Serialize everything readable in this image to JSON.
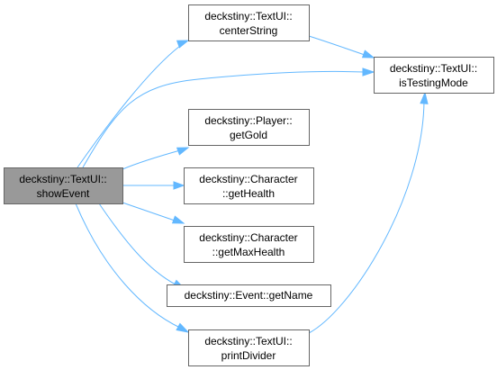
{
  "diagram": {
    "type": "call-graph",
    "colors": {
      "background": "#ffffff",
      "node_fill": "#ffffff",
      "root_fill": "#999999",
      "node_border": "#666666",
      "edge": "#63b8ff"
    },
    "nodes": [
      {
        "id": "showEvent",
        "line1": "deckstiny::TextUI::",
        "line2": "showEvent",
        "root": true
      },
      {
        "id": "centerString",
        "line1": "deckstiny::TextUI::",
        "line2": "centerString"
      },
      {
        "id": "isTestingMode",
        "line1": "deckstiny::TextUI::",
        "line2": "isTestingMode"
      },
      {
        "id": "getGold",
        "line1": "deckstiny::Player::",
        "line2": "getGold"
      },
      {
        "id": "getHealth",
        "line1": "deckstiny::Character",
        "line2": "::getHealth"
      },
      {
        "id": "getMaxHealth",
        "line1": "deckstiny::Character",
        "line2": "::getMaxHealth"
      },
      {
        "id": "getName",
        "line1": "deckstiny::Event::getName",
        "line2": ""
      },
      {
        "id": "printDivider",
        "line1": "deckstiny::TextUI::",
        "line2": "printDivider"
      }
    ],
    "edges": [
      {
        "from": "showEvent",
        "to": "centerString"
      },
      {
        "from": "showEvent",
        "to": "isTestingMode"
      },
      {
        "from": "showEvent",
        "to": "getGold"
      },
      {
        "from": "showEvent",
        "to": "getHealth"
      },
      {
        "from": "showEvent",
        "to": "getMaxHealth"
      },
      {
        "from": "showEvent",
        "to": "getName"
      },
      {
        "from": "showEvent",
        "to": "printDivider"
      },
      {
        "from": "centerString",
        "to": "isTestingMode"
      },
      {
        "from": "printDivider",
        "to": "isTestingMode"
      }
    ]
  }
}
